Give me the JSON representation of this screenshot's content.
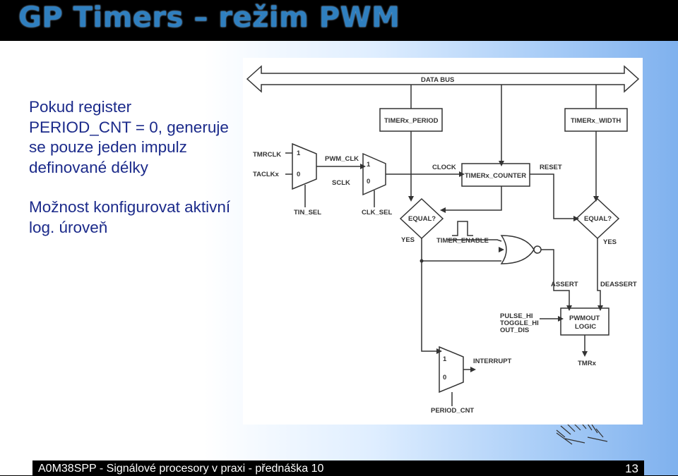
{
  "slide": {
    "title": "GP Timers – režim PWM",
    "bullets": [
      "Pokud register PERIOD_CNT = 0, generuje se pouze jeden impulz definované délky",
      "Možnost konfigurovat aktivní log. úroveň"
    ]
  },
  "diagram": {
    "labels": {
      "data_bus": "DATA BUS",
      "period": "TIMERx_PERIOD",
      "width": "TIMERx_WIDTH",
      "counter": "TIMERx_COUNTER",
      "tmrclk": "TMRCLK",
      "taclkx": "TACLKx",
      "pwm_clk": "PWM_CLK",
      "sclk": "SCLK",
      "clock": "CLOCK",
      "reset": "RESET",
      "tin_sel": "TIN_SEL",
      "clk_sel": "CLK_SEL",
      "equal1": "EQUAL?",
      "equal2": "EQUAL?",
      "yes1": "YES",
      "yes2": "YES",
      "timer_enable": "TIMER_ENABLE",
      "assert": "ASSERT",
      "deassert": "DEASSERT",
      "pulse_hi": "PULSE_HI",
      "toggle_hi": "TOGGLE_HI",
      "out_dis": "OUT_DIS",
      "pwmout_1": "PWMOUT",
      "pwmout_2": "LOGIC",
      "tmrx": "TMRx",
      "interrupt": "INTERRUPT",
      "period_cnt": "PERIOD_CNT",
      "mux1_1": "1",
      "mux1_0": "0",
      "mux2_1": "1",
      "mux2_0": "0",
      "mux3_1": "1",
      "mux3_0": "0"
    }
  },
  "footer": {
    "course": "A0M38SPP - Signálové procesory v praxi - přednáška 10",
    "page": "13"
  }
}
